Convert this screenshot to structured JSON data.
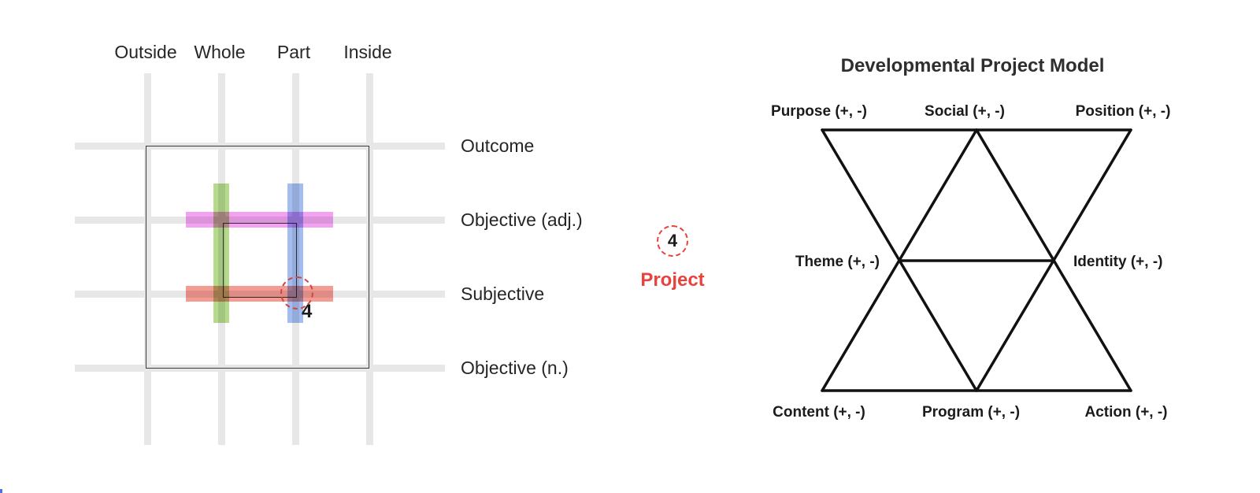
{
  "left_matrix": {
    "column_labels": [
      "Outside",
      "Whole",
      "Part",
      "Inside"
    ],
    "row_labels": [
      "Outcome",
      "Objective (adj.)",
      "Subjective",
      "Objective (n.)"
    ],
    "marker_number": "4",
    "colors": {
      "grid": "#e7e7e7",
      "square_border": "#3d3d3d",
      "green_bar": "#b5da8c",
      "blue_bar": "#a3bdf0",
      "pink_bar": "#f2a2f0",
      "red_bar": "#f49b94",
      "dashed_circle": "#cf463e"
    }
  },
  "center_badge": {
    "number": "4",
    "label": "Project",
    "accent_color": "#e8423d"
  },
  "right_model": {
    "title": "Developmental Project Model",
    "top_labels": [
      "Purpose (+, -)",
      "Social (+, -)",
      "Position (+, -)"
    ],
    "middle_labels": [
      "Theme (+, -)",
      "Identity (+, -)"
    ],
    "bottom_labels": [
      "Content (+, -)",
      "Program (+, -)",
      "Action (+, -)"
    ],
    "line_color": "#111111"
  }
}
